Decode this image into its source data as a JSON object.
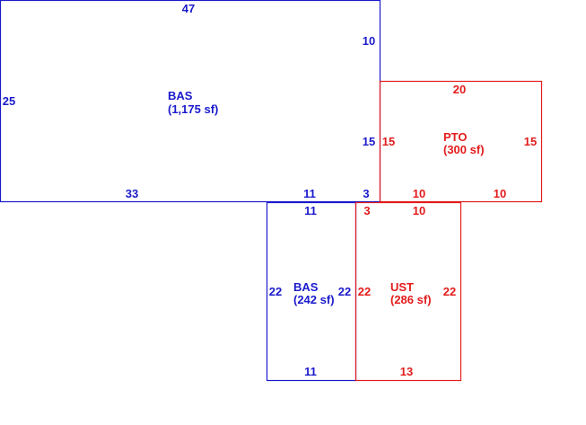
{
  "colors": {
    "main": "#1a1acc",
    "addition": "#e31b1b"
  },
  "areas": {
    "bas_main": {
      "code": "BAS",
      "area": "(1,175 sf)"
    },
    "pto": {
      "code": "PTO",
      "area": "(300 sf)"
    },
    "bas_small": {
      "code": "BAS",
      "area": "(242 sf)"
    },
    "ust": {
      "code": "UST",
      "area": "(286 sf)"
    }
  },
  "dims": {
    "bas_main_top": "47",
    "bas_main_left": "25",
    "bas_main_right_upper": "10",
    "bas_main_right_lower": "15",
    "bas_main_bottom_left": "33",
    "bas_main_bottom_mid": "11",
    "bas_main_bottom_right": "3",
    "pto_top": "20",
    "pto_left": "15",
    "pto_right": "15",
    "pto_bottom_left": "10",
    "pto_bottom_right": "10",
    "bas_small_top": "11",
    "bas_small_left": "22",
    "bas_small_right": "22",
    "bas_small_bottom": "11",
    "ust_top_left": "3",
    "ust_top_right": "10",
    "ust_left": "22",
    "ust_right": "22",
    "ust_bottom": "13"
  }
}
